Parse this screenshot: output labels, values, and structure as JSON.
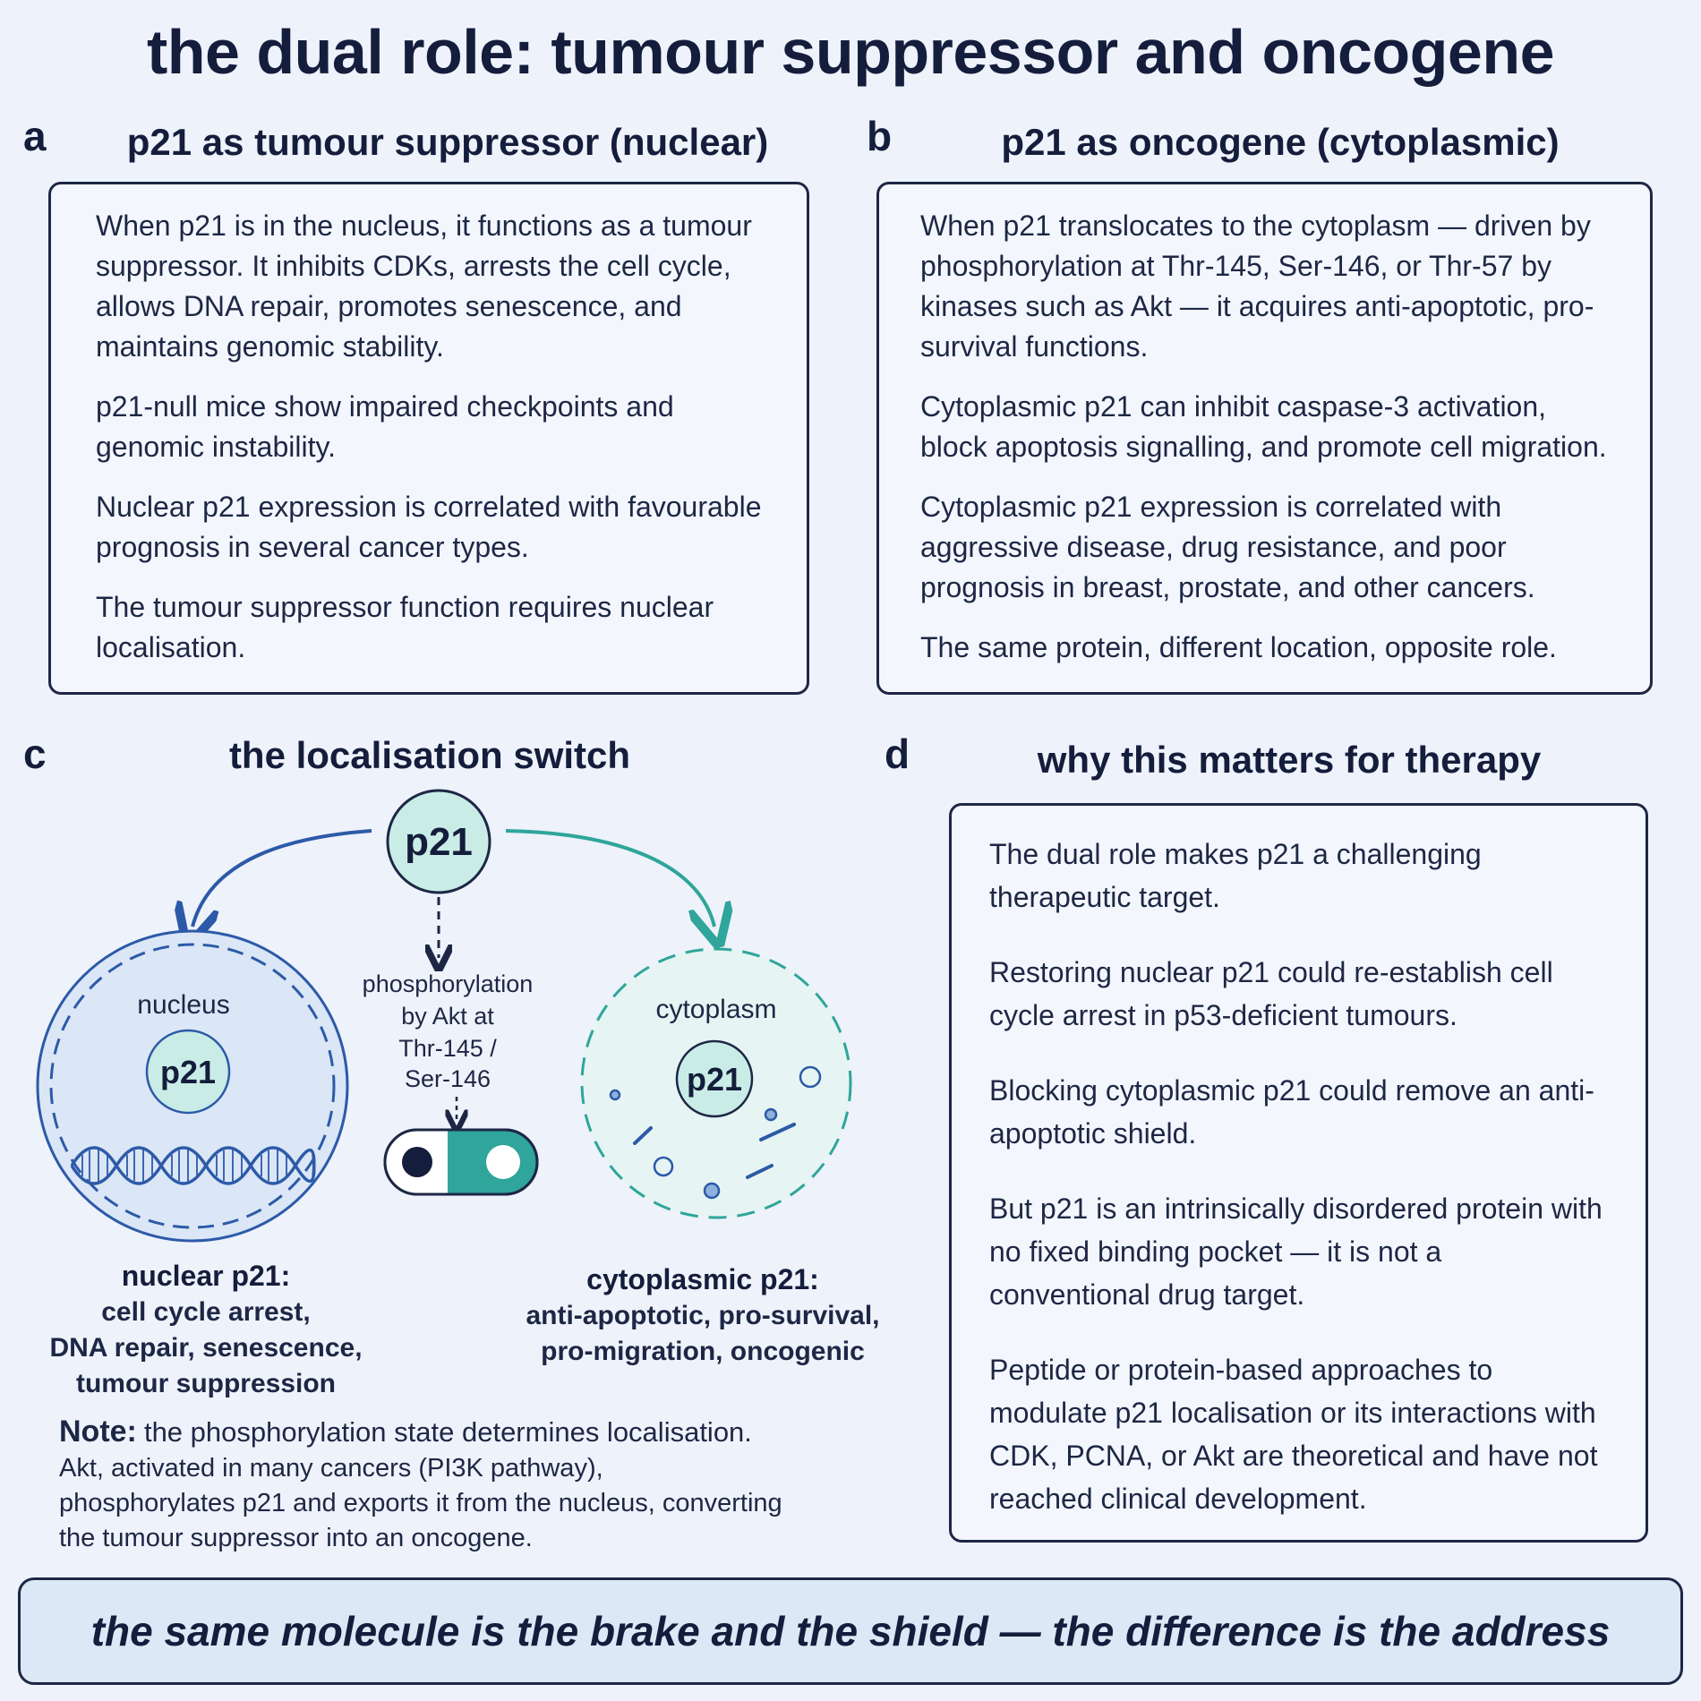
{
  "title": "the dual role: tumour suppressor and oncogene",
  "panel_a": {
    "letter": "a",
    "heading": "p21 as tumour suppressor (nuclear)",
    "paragraphs": [
      "When p21 is in the nucleus, it functions as a tumour suppressor. It inhibits CDKs, arrests the cell cycle, allows DNA repair, promotes senescence, and maintains genomic stability.",
      "p21-null mice show impaired checkpoints and genomic instability.",
      "Nuclear p21 expression is correlated with favourable prognosis in several cancer types.",
      "The tumour suppressor function requires nuclear localisation."
    ]
  },
  "panel_b": {
    "letter": "b",
    "heading": "p21 as oncogene (cytoplasmic)",
    "paragraphs": [
      "When p21 translocates to the cytoplasm — driven by phosphorylation at Thr-145, Ser-146, or Thr-57 by kinases such as Akt — it acquires anti-apoptotic, pro-survival functions.",
      "Cytoplasmic p21 can inhibit caspase-3 activation, block apoptosis signalling, and promote cell migration.",
      "Cytoplasmic p21 expression is correlated with aggressive disease, drug resistance, and poor prognosis in breast, prostate, and other cancers.",
      "The same protein, different location, opposite role."
    ]
  },
  "panel_c": {
    "letter": "c",
    "heading": "the localisation switch",
    "center_protein": "p21",
    "switch_label_lines": [
      "phosphorylation",
      "by Akt at",
      "Thr-145 /",
      "Ser-146"
    ],
    "nucleus": {
      "label": "nucleus",
      "protein": "p21"
    },
    "cytoplasm": {
      "label": "cytoplasm",
      "protein": "p21"
    },
    "nuclear_caption_title": "nuclear p21:",
    "nuclear_caption_lines": [
      "cell cycle arrest,",
      "DNA repair, senescence,",
      "tumour suppression"
    ],
    "cyto_caption_title": "cytoplasmic p21:",
    "cyto_caption_lines": [
      "anti-apoptotic, pro-survival,",
      "pro-migration, oncogenic"
    ],
    "note_label": "Note:",
    "note_first": "the phosphorylation state determines localisation.",
    "note_rest": "Akt, activated in many cancers (PI3K pathway), phosphorylates p21 and exports it from the nucleus, converting the tumour suppressor into an oncogene.",
    "colors": {
      "nuclear": "#2c5aa8",
      "cytoplasmic": "#2fa59b",
      "protein_fill": "#c9ede6"
    }
  },
  "panel_d": {
    "letter": "d",
    "heading": "why this matters for therapy",
    "paragraphs": [
      "The dual role makes p21 a challenging therapeutic target.",
      "Restoring nuclear p21 could re-establish cell cycle arrest in p53-deficient tumours.",
      "Blocking cytoplasmic p21 could remove an anti-apoptotic shield.",
      "But p21 is an intrinsically disordered protein with no fixed binding pocket — it is not a conventional drug target.",
      "Peptide or protein-based approaches to modulate p21 localisation or its interactions with CDK, PCNA, or Akt are theoretical and have not reached clinical development."
    ]
  },
  "footer": "the same molecule is the brake and the shield — the difference is the address"
}
